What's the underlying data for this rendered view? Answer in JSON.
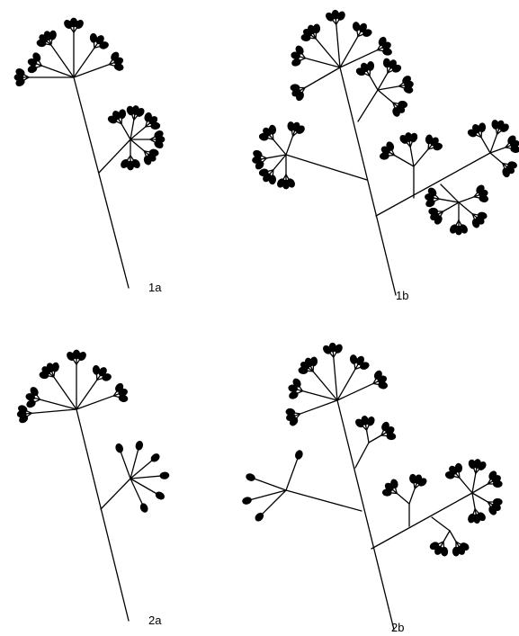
{
  "figure": {
    "background": "#ffffff",
    "ink_color": "#000000",
    "panels": [
      {
        "id": "1a",
        "label": "1a"
      },
      {
        "id": "1b",
        "label": "1b"
      },
      {
        "id": "2a",
        "label": "2a"
      },
      {
        "id": "2b",
        "label": "2b"
      }
    ]
  }
}
